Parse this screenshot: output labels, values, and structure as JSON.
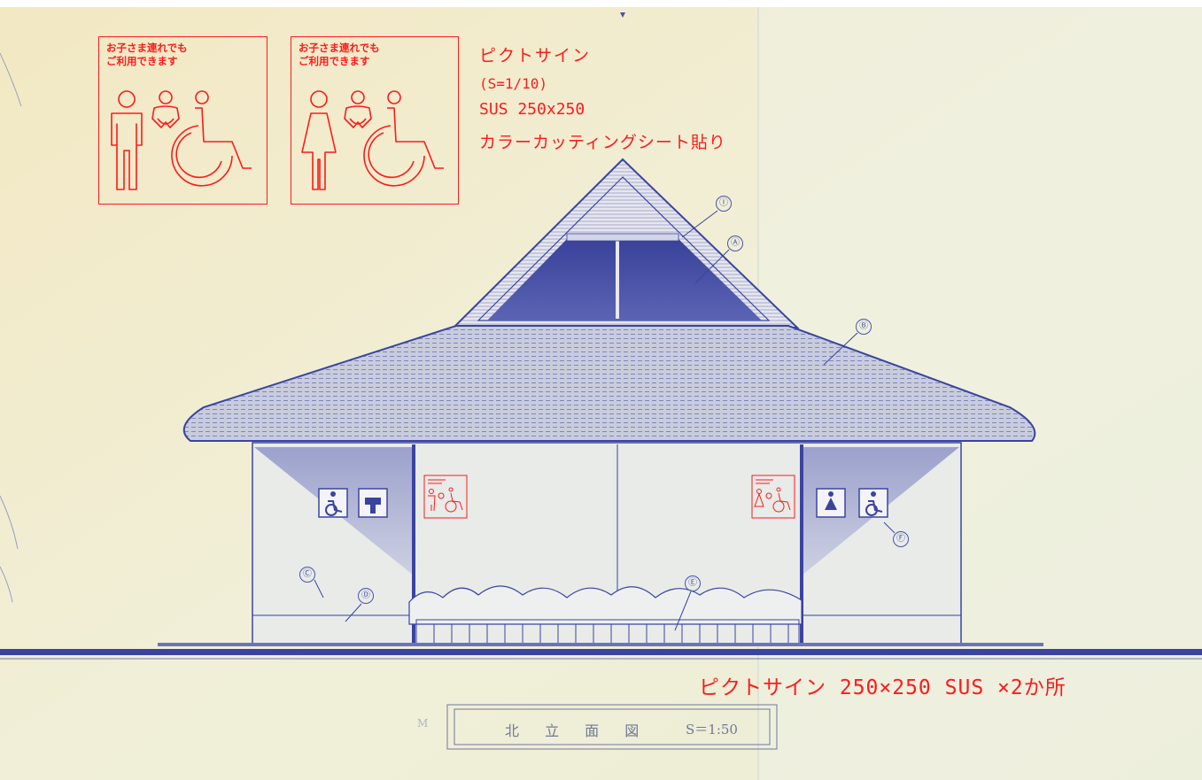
{
  "pictogram_spec": {
    "title": "ピクトサイン",
    "scale": "(S=1/10)",
    "material": "SUS 250x250",
    "finish": "カラーカッティングシート貼り"
  },
  "signs": [
    {
      "caption_line1": "お子さま連れでも",
      "caption_line2": "ご利用できます",
      "figure": "man-icon",
      "child_icon": "baby-icon",
      "access_icon": "wheelchair-icon"
    },
    {
      "caption_line1": "お子さま連れでも",
      "caption_line2": "ご利用できます",
      "figure": "woman-icon",
      "child_icon": "baby-icon",
      "access_icon": "wheelchair-icon"
    }
  ],
  "callouts": [
    "Ⓘ",
    "Ⓐ",
    "Ⓑ",
    "Ⓒ",
    "Ⓓ",
    "Ⓔ",
    "Ⓕ"
  ],
  "bottom_note": "ピクトサイン 250×250 SUS ×2か所",
  "drawing_title": "北 立 面 図",
  "drawing_scale": "S＝1:50",
  "margin_mark": "M",
  "colors": {
    "paper": "#f1ecd2",
    "ink": "#3a44a0",
    "annotation": "#ff1a1a"
  }
}
